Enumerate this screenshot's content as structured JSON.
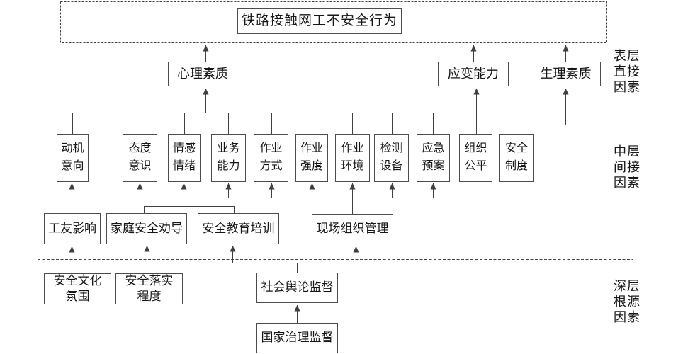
{
  "diagram": {
    "title": "铁路接触网工不安全行为",
    "layer_labels": {
      "surface": "表层\n直接\n因素",
      "middle": "中层\n间接\n因素",
      "deep": "深层\n根源\n因素"
    },
    "nodes": {
      "psychological": "心理素质",
      "adaptability": "应变能力",
      "physiological": "生理素质",
      "motivation": "动机\n意向",
      "attitude": "态度\n意识",
      "emotion": "情感\n情绪",
      "competence": "业务\n能力",
      "work_method": "作业\n方式",
      "work_intensity": "作业\n强度",
      "work_environment": "作业\n环境",
      "detection_equipment": "检测\n设备",
      "emergency_plan": "应急\n预案",
      "org_fairness": "组织\n公平",
      "safety_system": "安全\n制度",
      "coworker_influence": "工友影响",
      "family_persuasion": "家庭安全劝导",
      "safety_education": "安全教育培训",
      "site_management": "现场组织管理",
      "safety_culture": "安全文化\n氛围",
      "safety_implementation": "安全落实\n程度",
      "public_opinion": "社会舆论监督",
      "state_governance": "国家治理监督"
    },
    "edges": [
      "心理素质 → 铁路接触网工不安全行为",
      "应变能力 → 铁路接触网工不安全行为",
      "生理素质 → 铁路接触网工不安全行为",
      "动机意向/态度意识/情感情绪/业务能力/作业方式/作业强度/作业环境/检测设备 → 心理素质",
      "应急预案/组织公平/安全制度 → 应变能力",
      "应急预案/组织公平/安全制度 → 生理素质",
      "工友影响 → 动机意向",
      "家庭安全劝导/安全教育培训 → 态度意识/情感情绪/业务能力",
      "现场组织管理 → 作业方式/作业强度/作业环境/检测设备/应急预案",
      "安全文化氛围 → 工友影响",
      "安全落实程度 → 家庭安全劝导",
      "社会舆论监督 → 安全教育培训/现场组织管理",
      "国家治理监督 → 社会舆论监督"
    ],
    "colors": {
      "line": "#3f3f3f",
      "border": "#4c4c4c",
      "text": "#161616",
      "background": "#ffffff"
    }
  }
}
